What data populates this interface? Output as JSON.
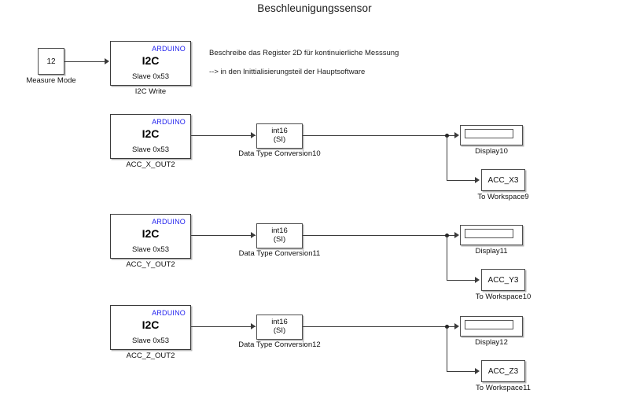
{
  "diagram": {
    "title": "Beschleunigungssensor",
    "accent_color": "#2222ee",
    "wire_color": "#3b3b3b",
    "background": "#ffffff"
  },
  "annotations": [
    {
      "text": "Beschreibe das Register 2D für kontinuierliche Messsung"
    },
    {
      "text": "--> in den Inittialisierungsteil der Hauptsoftware"
    }
  ],
  "blocks": {
    "constant": {
      "value": "12",
      "label": "Measure Mode"
    },
    "i2c_write": {
      "vendor": "ARDUINO",
      "main": "I2C",
      "sub": "Slave 0x53",
      "label": "I2C Write"
    },
    "i2c_x": {
      "vendor": "ARDUINO",
      "main": "I2C",
      "sub": "Slave 0x53",
      "label": "ACC_X_OUT2"
    },
    "i2c_y": {
      "vendor": "ARDUINO",
      "main": "I2C",
      "sub": "Slave 0x53",
      "label": "ACC_Y_OUT2"
    },
    "i2c_z": {
      "vendor": "ARDUINO",
      "main": "I2C",
      "sub": "Slave 0x53",
      "label": "ACC_Z_OUT2"
    },
    "conv_x": {
      "type": "int16",
      "mode": "(SI)",
      "label": "Data Type Conversion10"
    },
    "conv_y": {
      "type": "int16",
      "mode": "(SI)",
      "label": "Data Type Conversion11"
    },
    "conv_z": {
      "type": "int16",
      "mode": "(SI)",
      "label": "Data Type Conversion12"
    },
    "display_x": {
      "value": "",
      "label": "Display10"
    },
    "display_y": {
      "value": "",
      "label": "Display11"
    },
    "display_z": {
      "value": "",
      "label": "Display12"
    },
    "workspace_x": {
      "variable": "ACC_X3",
      "label": "To Workspace9"
    },
    "workspace_y": {
      "variable": "ACC_Y3",
      "label": "To Workspace10"
    },
    "workspace_z": {
      "variable": "ACC_Z3",
      "label": "To Workspace11"
    }
  }
}
